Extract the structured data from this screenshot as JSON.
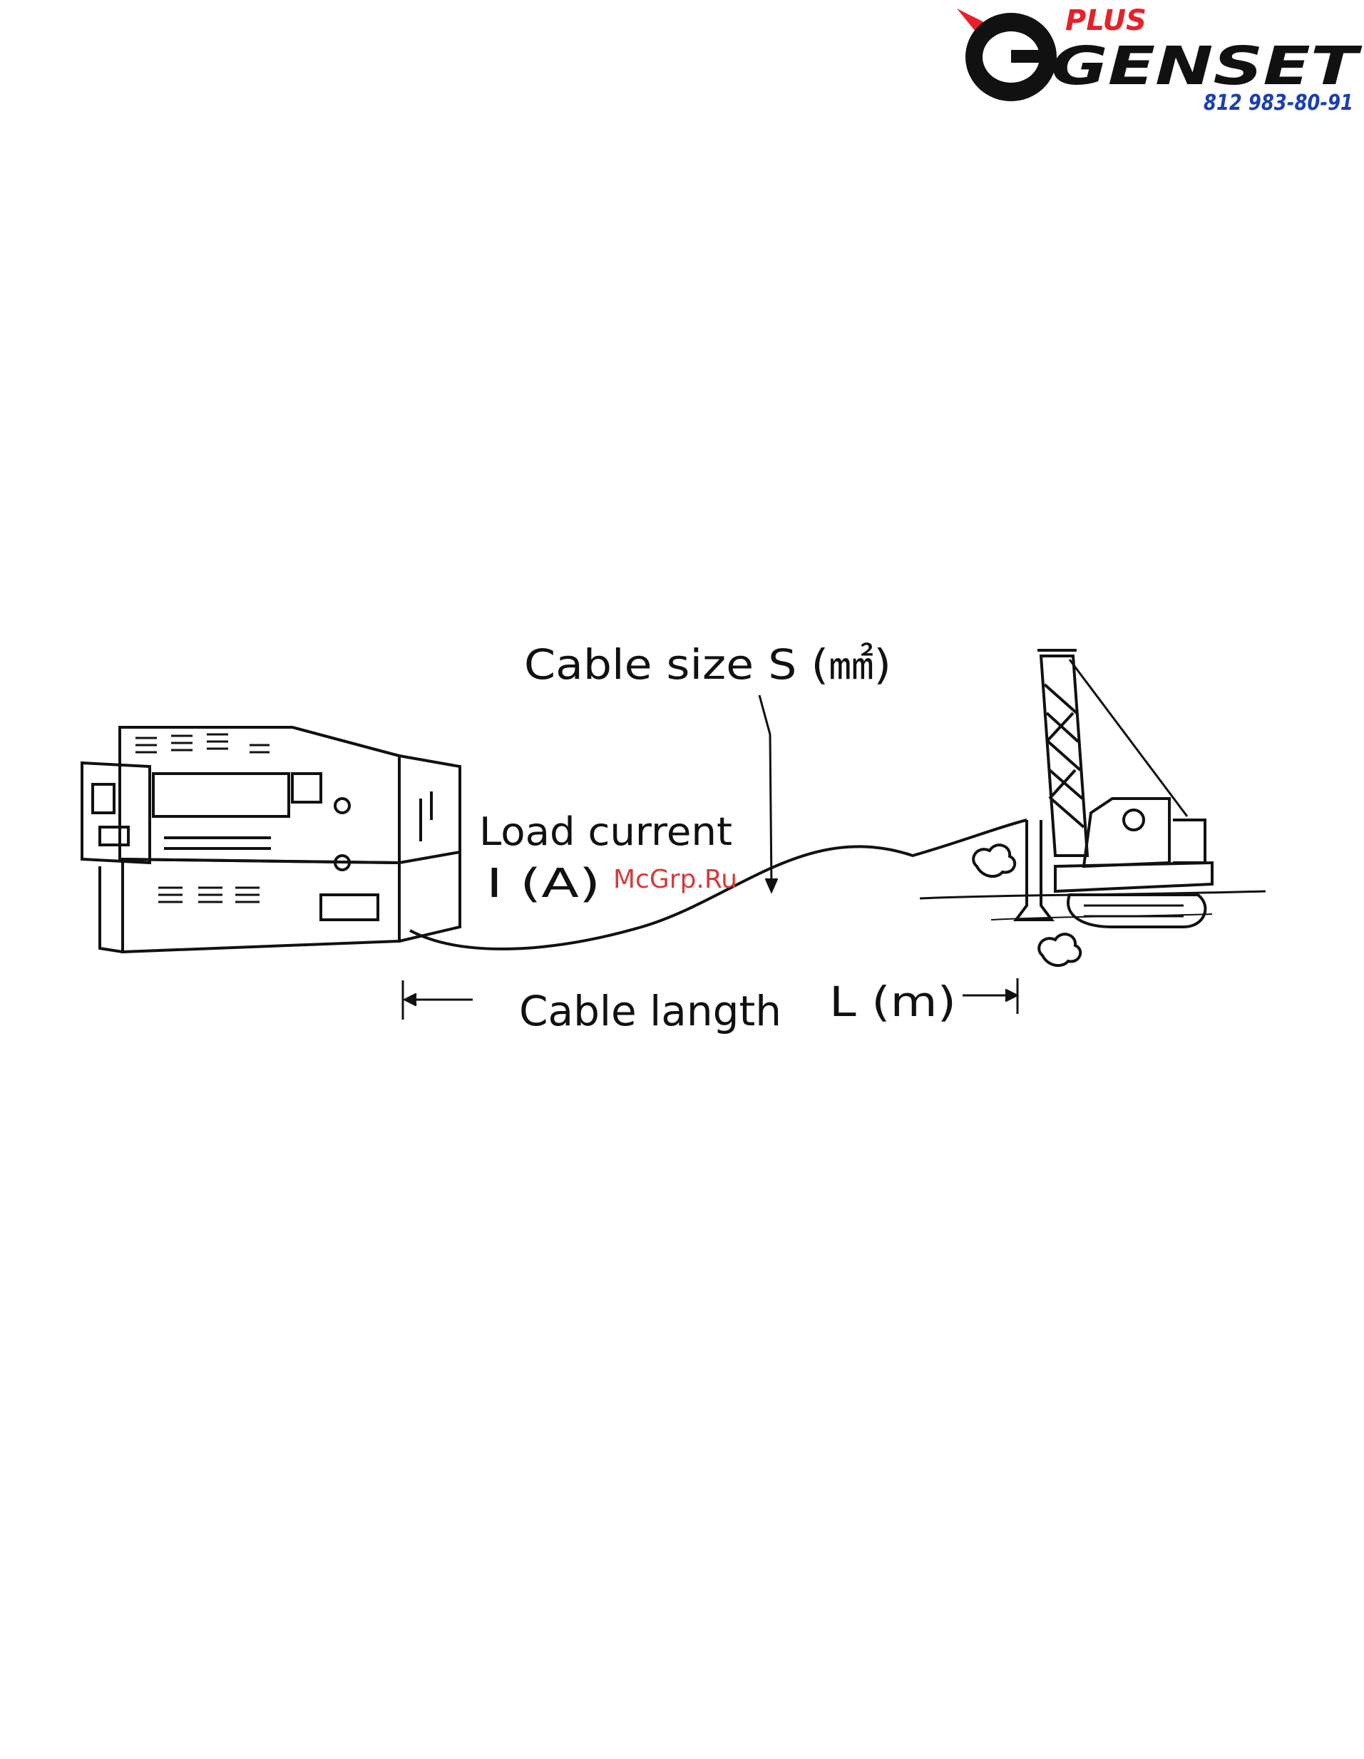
{
  "logo": {
    "brand_top": "PLUS",
    "brand_main": "GENSET",
    "phone": "812 983-80-91",
    "colors": {
      "red": "#e8202a",
      "black": "#111111",
      "blue": "#1a3fb0"
    }
  },
  "diagram": {
    "cable_size_label": "Cable size S (㎟)",
    "load_current_line1": "Load current",
    "load_current_line2": "I (A)",
    "cable_length_label": "Cable langth",
    "length_unit_label": "L (m)",
    "devices": [
      "generator-unit",
      "crawler-crane"
    ]
  },
  "watermark": {
    "text": "McGrp.Ru",
    "color": "#d63a3a"
  }
}
